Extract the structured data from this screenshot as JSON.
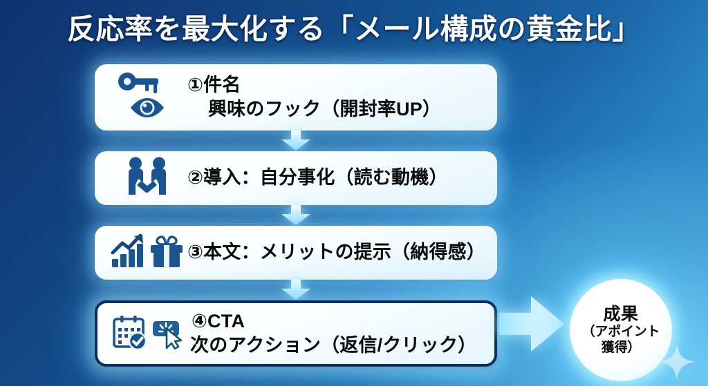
{
  "title": "反応率を最大化する「メール構成の黄金比」",
  "steps": [
    {
      "id": "subject",
      "line1": "①件名",
      "line2": "興味のフック（開封率UP）",
      "icons": [
        "key-icon",
        "eye-icon"
      ],
      "highlighted": false
    },
    {
      "id": "intro",
      "line1": "②導入：自分事化（読む動機）",
      "line2": "",
      "icons": [
        "handshake-icon"
      ],
      "highlighted": false
    },
    {
      "id": "body",
      "line1": "③本文：メリットの提示（納得感）",
      "line2": "",
      "icons": [
        "growth-chart-icon",
        "gift-icon"
      ],
      "highlighted": false
    },
    {
      "id": "cta",
      "line1": "④CTA",
      "line2": "次のアクション（返信/クリック）",
      "icons": [
        "calendar-check-icon",
        "click-cursor-icon"
      ],
      "highlighted": true
    }
  ],
  "flow": {
    "down_arrow_1": "arrow-down-icon",
    "down_arrow_2": "arrow-down-icon",
    "down_arrow_3": "arrow-down-icon",
    "right_arrow": "arrow-right-icon"
  },
  "result": {
    "main": "成果",
    "sub_line1": "（アポイント",
    "sub_line2": "獲得）"
  },
  "decor": {
    "sparkle": "sparkle-icon"
  },
  "colors": {
    "bg_dark": "#0e3370",
    "bg_light": "#4aa8dd",
    "card_bg": "#ffffff",
    "icon_blue": "#1a5490",
    "icon_blue_dark": "#0f3a68",
    "highlight_border": "#0c2e63",
    "arrow_cyan": "#bdf0ff",
    "title_text": "#ffffff",
    "body_text": "#0a0a0a"
  }
}
